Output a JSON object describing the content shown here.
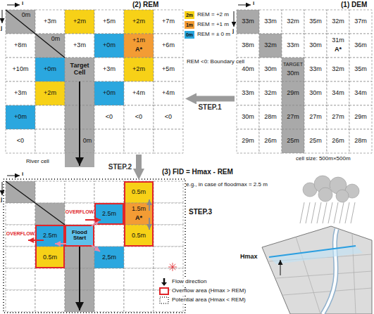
{
  "diagram": {
    "nodes": [
      {
        "text": [
          "(1) DEM"
        ]
      },
      {
        "text": [
          "(2) REM"
        ]
      },
      {
        "text": [
          "(3) FID = Hmax - REM"
        ]
      }
    ],
    "edges": [
      {
        "from": 0,
        "to": 1,
        "label": "STEP.1",
        "arrow": "to"
      },
      {
        "from": 1,
        "to": 2,
        "label": "STEP.2",
        "arrow": "to"
      }
    ],
    "labels": [
      "0m",
      "+3m",
      "+2m",
      "+5m",
      "+2m",
      "+7m",
      "+8m",
      "0m",
      "+3m",
      "+0m",
      "+1m",
      "A*",
      "+6m",
      "+10m",
      "+0m",
      "Target Cell",
      "+3m",
      "+2m",
      "+5m",
      "+3m",
      "+2m",
      "+0m",
      "+4m",
      "+4m",
      "+0m",
      "<0",
      "<0",
      "<0",
      "<0",
      "0m",
      "River cell",
      "2m",
      "1m",
      "0m",
      "REM <0: Boundary cell",
      "33m",
      "33m",
      "32m",
      "35m",
      "32m",
      "37m",
      "38m",
      "32m",
      "33m",
      "30m",
      "31m",
      "A*",
      "36m",
      "40m",
      "30m",
      "TARGET",
      "30m",
      "33m",
      "32m",
      "35m",
      "33m",
      "32m",
      "29m",
      "30m",
      "34m",
      "34m",
      "30m",
      "28m",
      "27m",
      "27m",
      "27m",
      "29m",
      "29m",
      "26m",
      "25m",
      "25m",
      "26m",
      "28m",
      "cell size: 500m×500m",
      "STEP.3",
      "e.g., in case of floodmax = 2.5 m",
      "0.5m",
      "1.5m",
      "A*",
      "0.5m",
      "2.5m",
      "OVERFLOW",
      "2.5m",
      "Flood Start",
      "OVERFLOW",
      "0.5m",
      "2,5m",
      "Hmax",
      "i",
      "j",
      "i",
      "j",
      "i",
      "j"
    ],
    "legend": [
      {
        "text": "REM = +2 m",
        "color": "#f7d117"
      },
      {
        "text": "REM = +1 m",
        "color": "#f39c34"
      },
      {
        "text": "REM = ± 0 m",
        "color": "#2aa7df"
      },
      {
        "text": "Flow direction"
      },
      {
        "text": "Overflow area (Hmax > REM)"
      },
      {
        "text": "Potential area (Hmax < REM)"
      }
    ]
  }
}
